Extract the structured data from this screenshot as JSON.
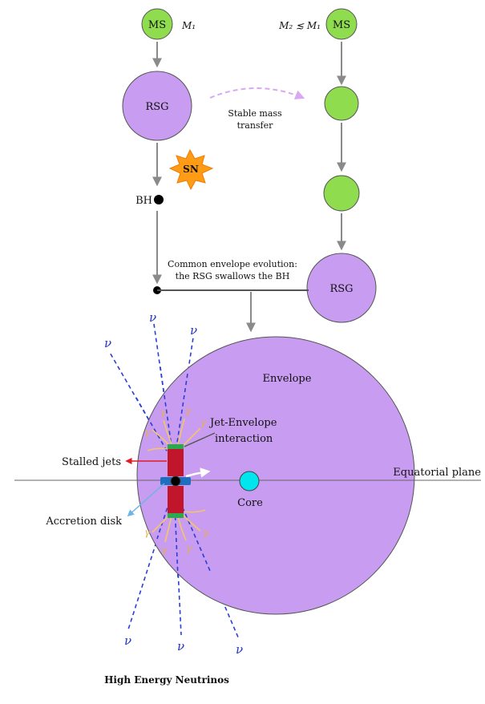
{
  "colors": {
    "ms_star": "#8fdc4e",
    "rsg_star": "#c89cf0",
    "arrow": "#8a8a8a",
    "neutrino": "#2a3fd6",
    "jet": "#c0152a",
    "jet_cap": "#2ea84f",
    "gamma": "#f2c56a",
    "core": "#00e5ee",
    "disk": "#1f6fc0",
    "sn": "#ff9c16",
    "mass_transfer": "#d8a8f2",
    "stalled_arrow": "#e01b24",
    "disk_pointer": "#6bb4e6"
  },
  "top_left": {
    "ms_label": "MS",
    "mass_label": "M₁"
  },
  "top_right": {
    "ms_label": "MS",
    "mass_label": "M₂ ≲ M₁"
  },
  "rsg_1": {
    "label": "RSG"
  },
  "supernova": {
    "label": "SN"
  },
  "black_hole": {
    "label": "BH"
  },
  "mass_transfer": {
    "line1": "Stable mass",
    "line2": "transfer"
  },
  "common_envelope": {
    "line1": "Common envelope evolution:",
    "line2": "the RSG swallows the BH"
  },
  "rsg_2": {
    "label": "RSG"
  },
  "envelope": {
    "label": "Envelope"
  },
  "jet_envelope": {
    "line1": "Jet-Envelope",
    "line2": "interaction"
  },
  "stalled_jets": {
    "label": "Stalled jets"
  },
  "equatorial_plane": {
    "label": "Equatorial plane"
  },
  "core": {
    "label": "Core"
  },
  "accretion_disk": {
    "label": "Accretion disk"
  },
  "neutrino_symbol": "ν",
  "gamma_symbol": "γ",
  "footer": {
    "label": "High Energy Neutrinos"
  }
}
